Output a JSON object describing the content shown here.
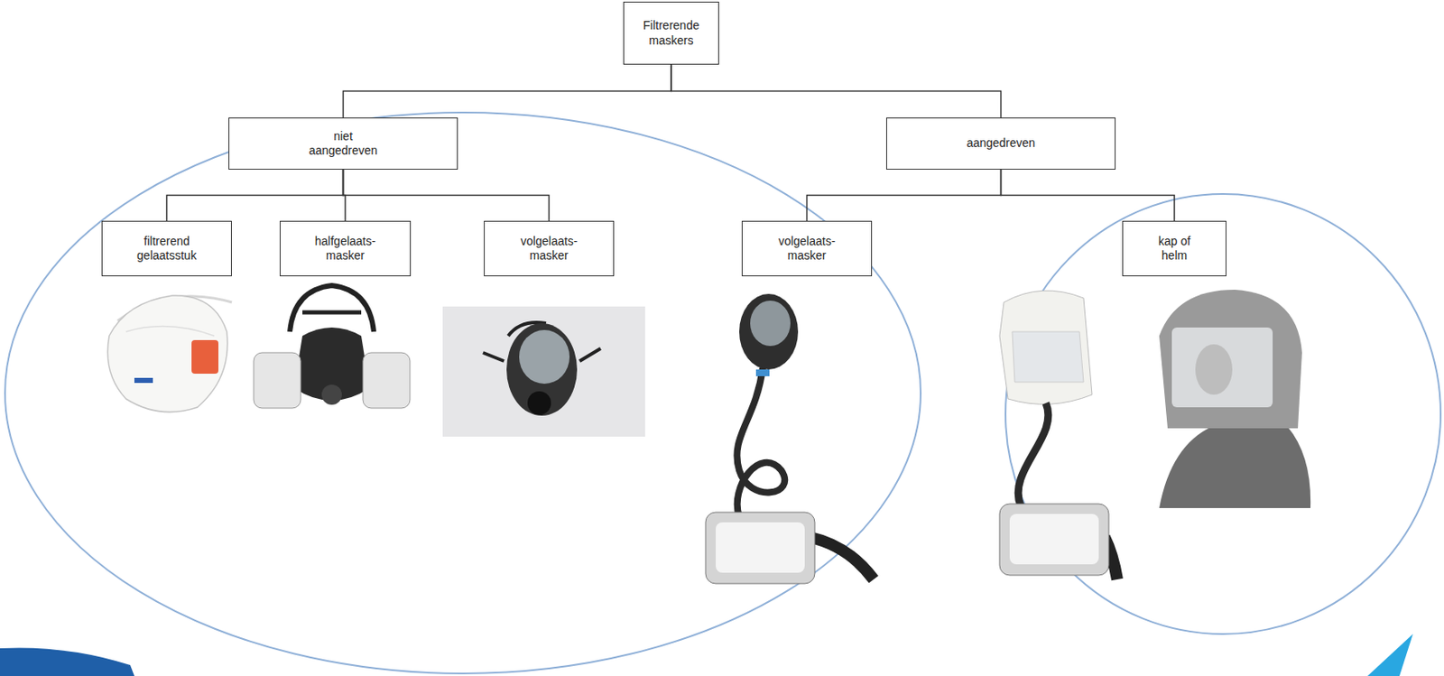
{
  "diagram": {
    "nodes": [
      {
        "text": [
          "Filtrerende maskers"
        ]
      },
      {
        "text": [
          "niet aangedreven"
        ]
      },
      {
        "text": [
          "aangedreven"
        ]
      },
      {
        "text": [
          "filtrerend gelaatsstuk"
        ]
      },
      {
        "text": [
          "halfgelaats- masker"
        ]
      },
      {
        "text": [
          "volgelaats- masker"
        ]
      },
      {
        "text": [
          "volgelaats- masker"
        ]
      },
      {
        "text": [
          "kap of helm"
        ]
      }
    ],
    "edges": [
      {
        "from": 0,
        "to": 1,
        "arrow": "none"
      },
      {
        "from": 0,
        "to": 2,
        "arrow": "none"
      },
      {
        "from": 1,
        "to": 3,
        "arrow": "none"
      },
      {
        "from": 1,
        "to": 4,
        "arrow": "none"
      },
      {
        "from": 1,
        "to": 5,
        "arrow": "none"
      },
      {
        "from": 2,
        "to": 6,
        "arrow": "none"
      },
      {
        "from": 2,
        "to": 7,
        "arrow": "none"
      }
    ]
  }
}
